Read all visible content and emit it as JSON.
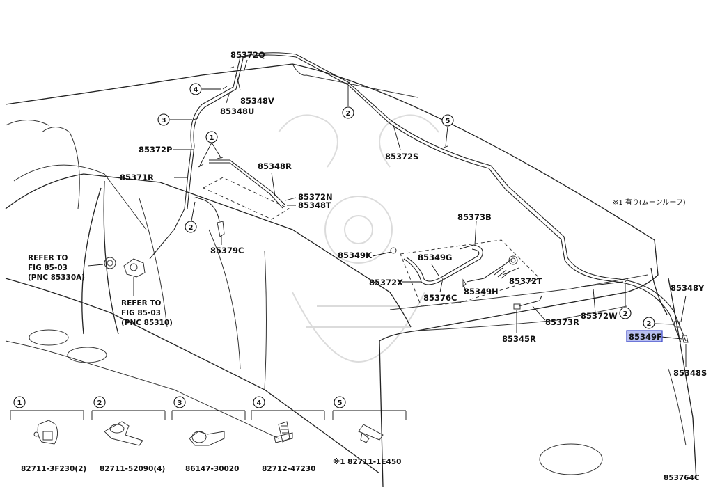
{
  "diagram": {
    "callouts": {
      "p1": "85372Q",
      "p2": "85348V",
      "p3": "85348U",
      "p4": "85372P",
      "p5": "85371R",
      "p6": "85348R",
      "p7": "85372N",
      "p8": "85348T",
      "p9": "85379C",
      "p10": "85372S",
      "p11": "85373B",
      "p12": "85349K",
      "p13": "85349G",
      "p14": "85372X",
      "p15": "85376C",
      "p16": "85349H",
      "p17": "85372T",
      "p18": "85373R",
      "p19": "85345R",
      "p20": "85372W",
      "p21": "85348Y",
      "p22": "85349F",
      "p23": "85348S"
    },
    "refer1": {
      "line1": "REFER TO",
      "line2": "FIG 85-03",
      "line3": "(PNC 85330A)"
    },
    "refer2": {
      "line1": "REFER TO",
      "line2": "FIG 85-03",
      "line3": "(PNC 85310)"
    },
    "moonroof_note": "※1 有り(ムーンルーフ)",
    "markers": {
      "m1": "1",
      "m2": "2",
      "m3": "3",
      "m4": "4",
      "m5": "5"
    },
    "legend": [
      {
        "num": "1",
        "part": "82711-3F230(2)"
      },
      {
        "num": "2",
        "part": "82711-52090(4)"
      },
      {
        "num": "3",
        "part": "86147-30020"
      },
      {
        "num": "4",
        "part": "82712-47230"
      },
      {
        "num": "5",
        "part": "※1 82711-1E450"
      }
    ],
    "figure_code": "853764C",
    "highlight_color": "#b9bff0"
  }
}
